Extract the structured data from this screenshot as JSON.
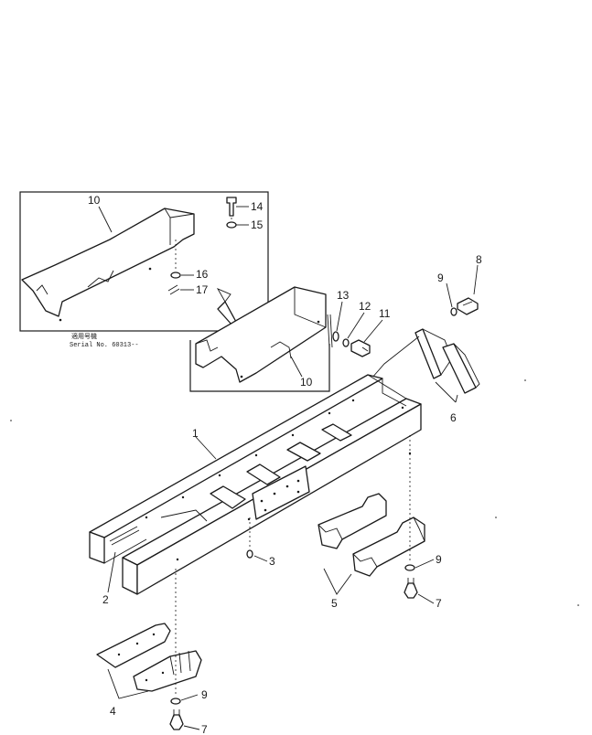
{
  "callouts": {
    "c1": "1",
    "c2": "2",
    "c3": "3",
    "c4": "4",
    "c5": "5",
    "c6": "6",
    "c7a": "7",
    "c7b": "7",
    "c8": "8",
    "c9a": "9",
    "c9b": "9",
    "c9c": "9",
    "c10a": "10",
    "c10b": "10",
    "c11": "11",
    "c12": "12",
    "c13": "13",
    "c14": "14",
    "c15": "15",
    "c16": "16",
    "c17": "17"
  },
  "inset_note": {
    "line1": "適用号機",
    "line2": "Serial No. 60313--"
  }
}
